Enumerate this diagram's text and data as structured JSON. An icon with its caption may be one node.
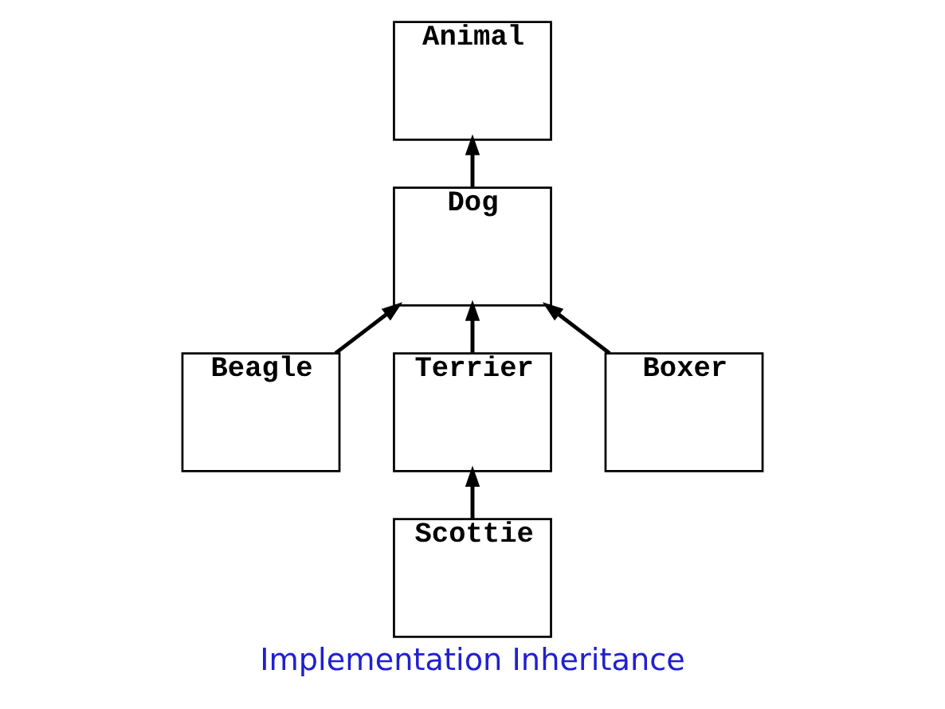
{
  "diagram": {
    "caption": "Implementation Inheritance",
    "nodes": [
      {
        "text": [
          "Animal"
        ]
      },
      {
        "text": [
          "Dog"
        ]
      },
      {
        "text": [
          "Beagle"
        ]
      },
      {
        "text": [
          "Terrier"
        ]
      },
      {
        "text": [
          "Boxer"
        ]
      },
      {
        "text": [
          "Scottie"
        ]
      }
    ],
    "edges": [
      {
        "from": 1,
        "to": 0,
        "arrow": "to"
      },
      {
        "from": 2,
        "to": 1,
        "arrow": "to"
      },
      {
        "from": 3,
        "to": 1,
        "arrow": "to"
      },
      {
        "from": 4,
        "to": 1,
        "arrow": "to"
      },
      {
        "from": 5,
        "to": 3,
        "arrow": "to"
      }
    ]
  }
}
